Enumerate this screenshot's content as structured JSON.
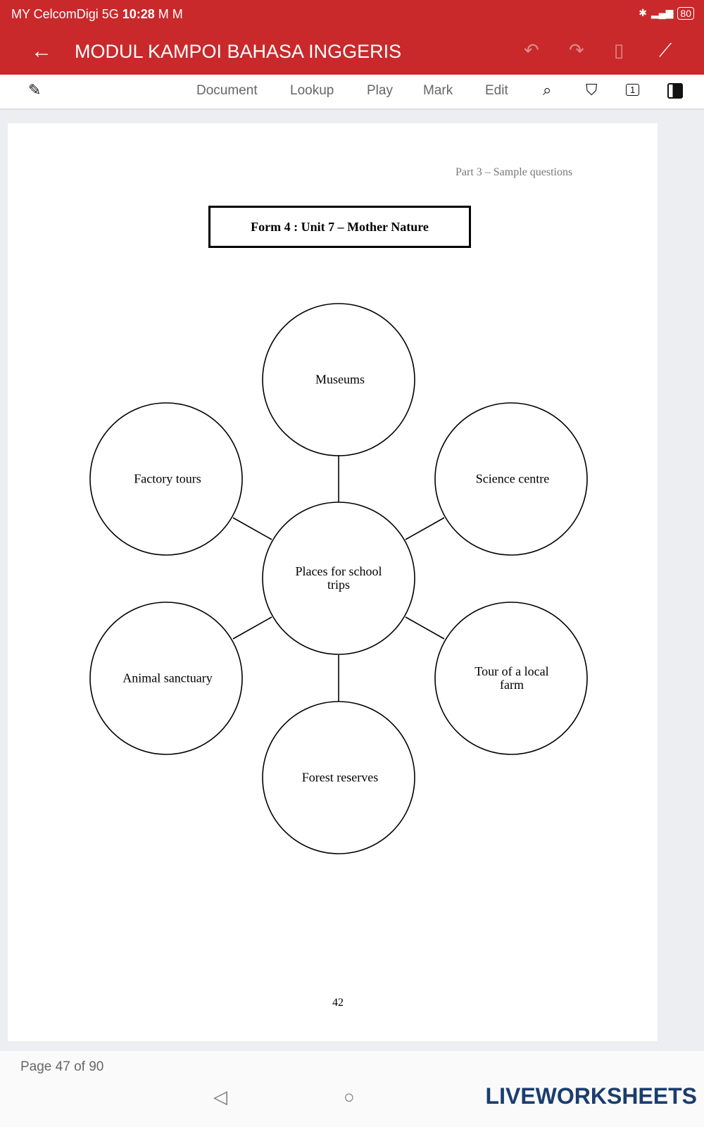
{
  "status": {
    "carrier": "MY CelcomDigi 5G",
    "time": "10:28",
    "mail": "M M",
    "battery": "80"
  },
  "header": {
    "title": "MODUL KAMPOI BAHASA INGGERIS"
  },
  "toolbar": {
    "tabs": [
      "Document",
      "Lookup",
      "Play",
      "Mark",
      "Edit"
    ],
    "page_box": "1"
  },
  "doc": {
    "running_header": "Part 3 – Sample questions",
    "title": "Form 4 : Unit 7 – Mother Nature",
    "center": "Places for school trips",
    "nodes": [
      "Museums",
      "Factory tours",
      "Science centre",
      "Animal sanctuary",
      "Tour of a local farm",
      "Forest reserves"
    ],
    "page_number": "42"
  },
  "footer": {
    "page_indicator": "Page 47 of 90",
    "brand": "LIVEWORKSHEETS"
  }
}
